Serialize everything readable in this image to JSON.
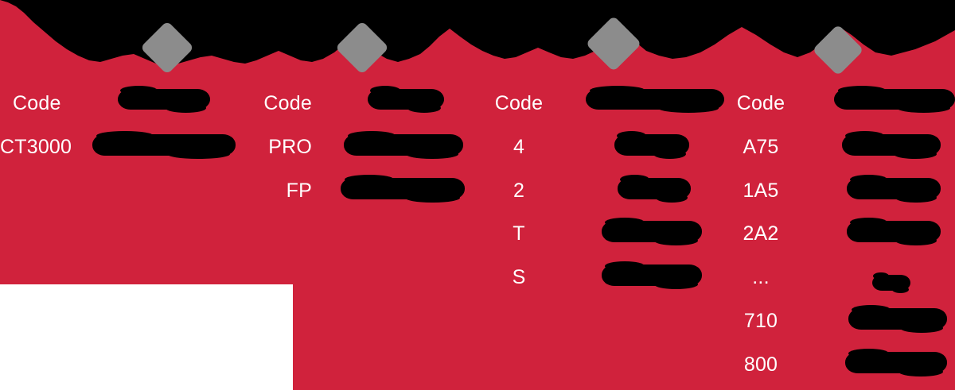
{
  "slide": {
    "background_color": "#D0223C",
    "redaction_color": "#000000",
    "icon_color": "#8C8C8C",
    "text_color": "#FFFFFF",
    "title_redacted": "[redacted-title-band]",
    "white_panel": "[blank-white-panel]"
  },
  "columns": [
    {
      "id": "column-1",
      "icon": "diamond-icon",
      "icon_redacted": "[redacted-icon-1]",
      "header": {
        "code_label": "Code",
        "description_label": "[redacted]"
      },
      "rows": [
        {
          "code": "CT3000",
          "description": "[redacted]"
        }
      ]
    },
    {
      "id": "column-2",
      "icon": "diamond-icon",
      "icon_redacted": "[redacted-icon-2]",
      "header": {
        "code_label": "Code",
        "description_label": "[redacted]"
      },
      "rows": [
        {
          "code": "PRO",
          "description": "[redacted]"
        },
        {
          "code": "FP",
          "description": "[redacted]"
        }
      ]
    },
    {
      "id": "column-3",
      "icon": "diamond-icon",
      "icon_redacted": "[redacted-icon-3]",
      "header": {
        "code_label": "Code",
        "description_label": "[redacted]"
      },
      "rows": [
        {
          "code": "4",
          "description": "[redacted]"
        },
        {
          "code": "2",
          "description": "[redacted]"
        },
        {
          "code": "T",
          "description": "[redacted]"
        },
        {
          "code": "S",
          "description": "[redacted]"
        }
      ]
    },
    {
      "id": "column-4",
      "icon": "diamond-icon",
      "icon_redacted": "[redacted-icon-4]",
      "header": {
        "code_label": "Code",
        "description_label": "[redacted]"
      },
      "rows": [
        {
          "code": "A75",
          "description": "[redacted]"
        },
        {
          "code": "1A5",
          "description": "[redacted]"
        },
        {
          "code": "2A2",
          "description": "[redacted]"
        },
        {
          "code": "...",
          "description": "[redacted]"
        },
        {
          "code": "710",
          "description": "[redacted]"
        },
        {
          "code": "800",
          "description": "[redacted]"
        }
      ]
    }
  ]
}
